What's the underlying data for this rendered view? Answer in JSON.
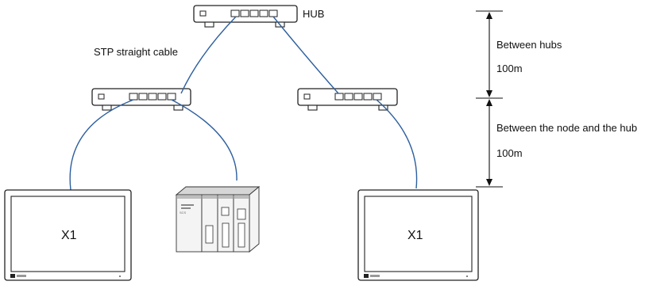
{
  "labels": {
    "hub": "HUB",
    "cable": "STP straight cable",
    "between_hubs": "Between hubs",
    "between_hubs_distance": "100m",
    "between_node_hub": "Between the node and the hub",
    "between_node_hub_distance": "100m"
  },
  "devices": {
    "touch_panel_left": "X1",
    "touch_panel_right": "X1",
    "plc_model_text": "SCS"
  },
  "colors": {
    "cable": "#2e5f9e",
    "outline": "#222222"
  }
}
